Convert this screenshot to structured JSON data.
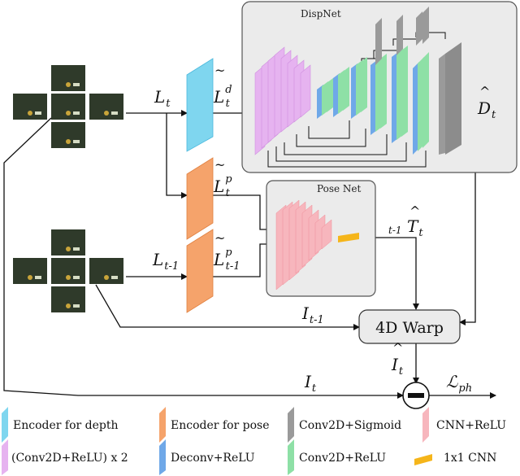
{
  "boxes": {
    "dispnet": "DispNet",
    "posenet": "Pose Net",
    "warp": "4D Warp"
  },
  "labels": {
    "L_t": "L",
    "L_t_sub": "t",
    "L_tm1": "L",
    "L_tm1_sub": "t-1",
    "Ltilde_d": "L",
    "Ltilde_d_sup": "d",
    "Ltilde_d_sub": "t",
    "Ltilde_p": "L",
    "Ltilde_p_sup": "p",
    "Ltilde_p_sub": "t",
    "Ltilde_p2": "L",
    "Ltilde_p2_sup": "p",
    "Ltilde_p2_sub": "t-1",
    "D_hat": "D",
    "D_hat_sub": "t",
    "T_pre": "t-1",
    "T_hat": "T",
    "T_hat_sub": "t",
    "I_tm1": "I",
    "I_tm1_sub": "t-1",
    "I_hat": "I",
    "I_hat_sub": "t",
    "I_t": "I",
    "I_t_sub": "t",
    "loss": "ℒ",
    "loss_sub": "ph",
    "hat": "^",
    "tilde": "~"
  },
  "legend": [
    {
      "text": "Encoder for depth",
      "color": "#7fd6ef"
    },
    {
      "text": "Encoder for pose",
      "color": "#f5a36b"
    },
    {
      "text": "Conv2D+Sigmoid",
      "color": "#9a9a9a"
    },
    {
      "text": "CNN+ReLU",
      "color": "#f7b6bd"
    },
    {
      "text": "(Conv2D+ReLU) x 2",
      "color": "#e6b3f0"
    },
    {
      "text": "Deconv+ReLU",
      "color": "#6fa8e8"
    },
    {
      "text": "Conv2D+ReLU",
      "color": "#8ee0a6"
    },
    {
      "text": "1x1 CNN",
      "color": "#f5b51a"
    }
  ]
}
